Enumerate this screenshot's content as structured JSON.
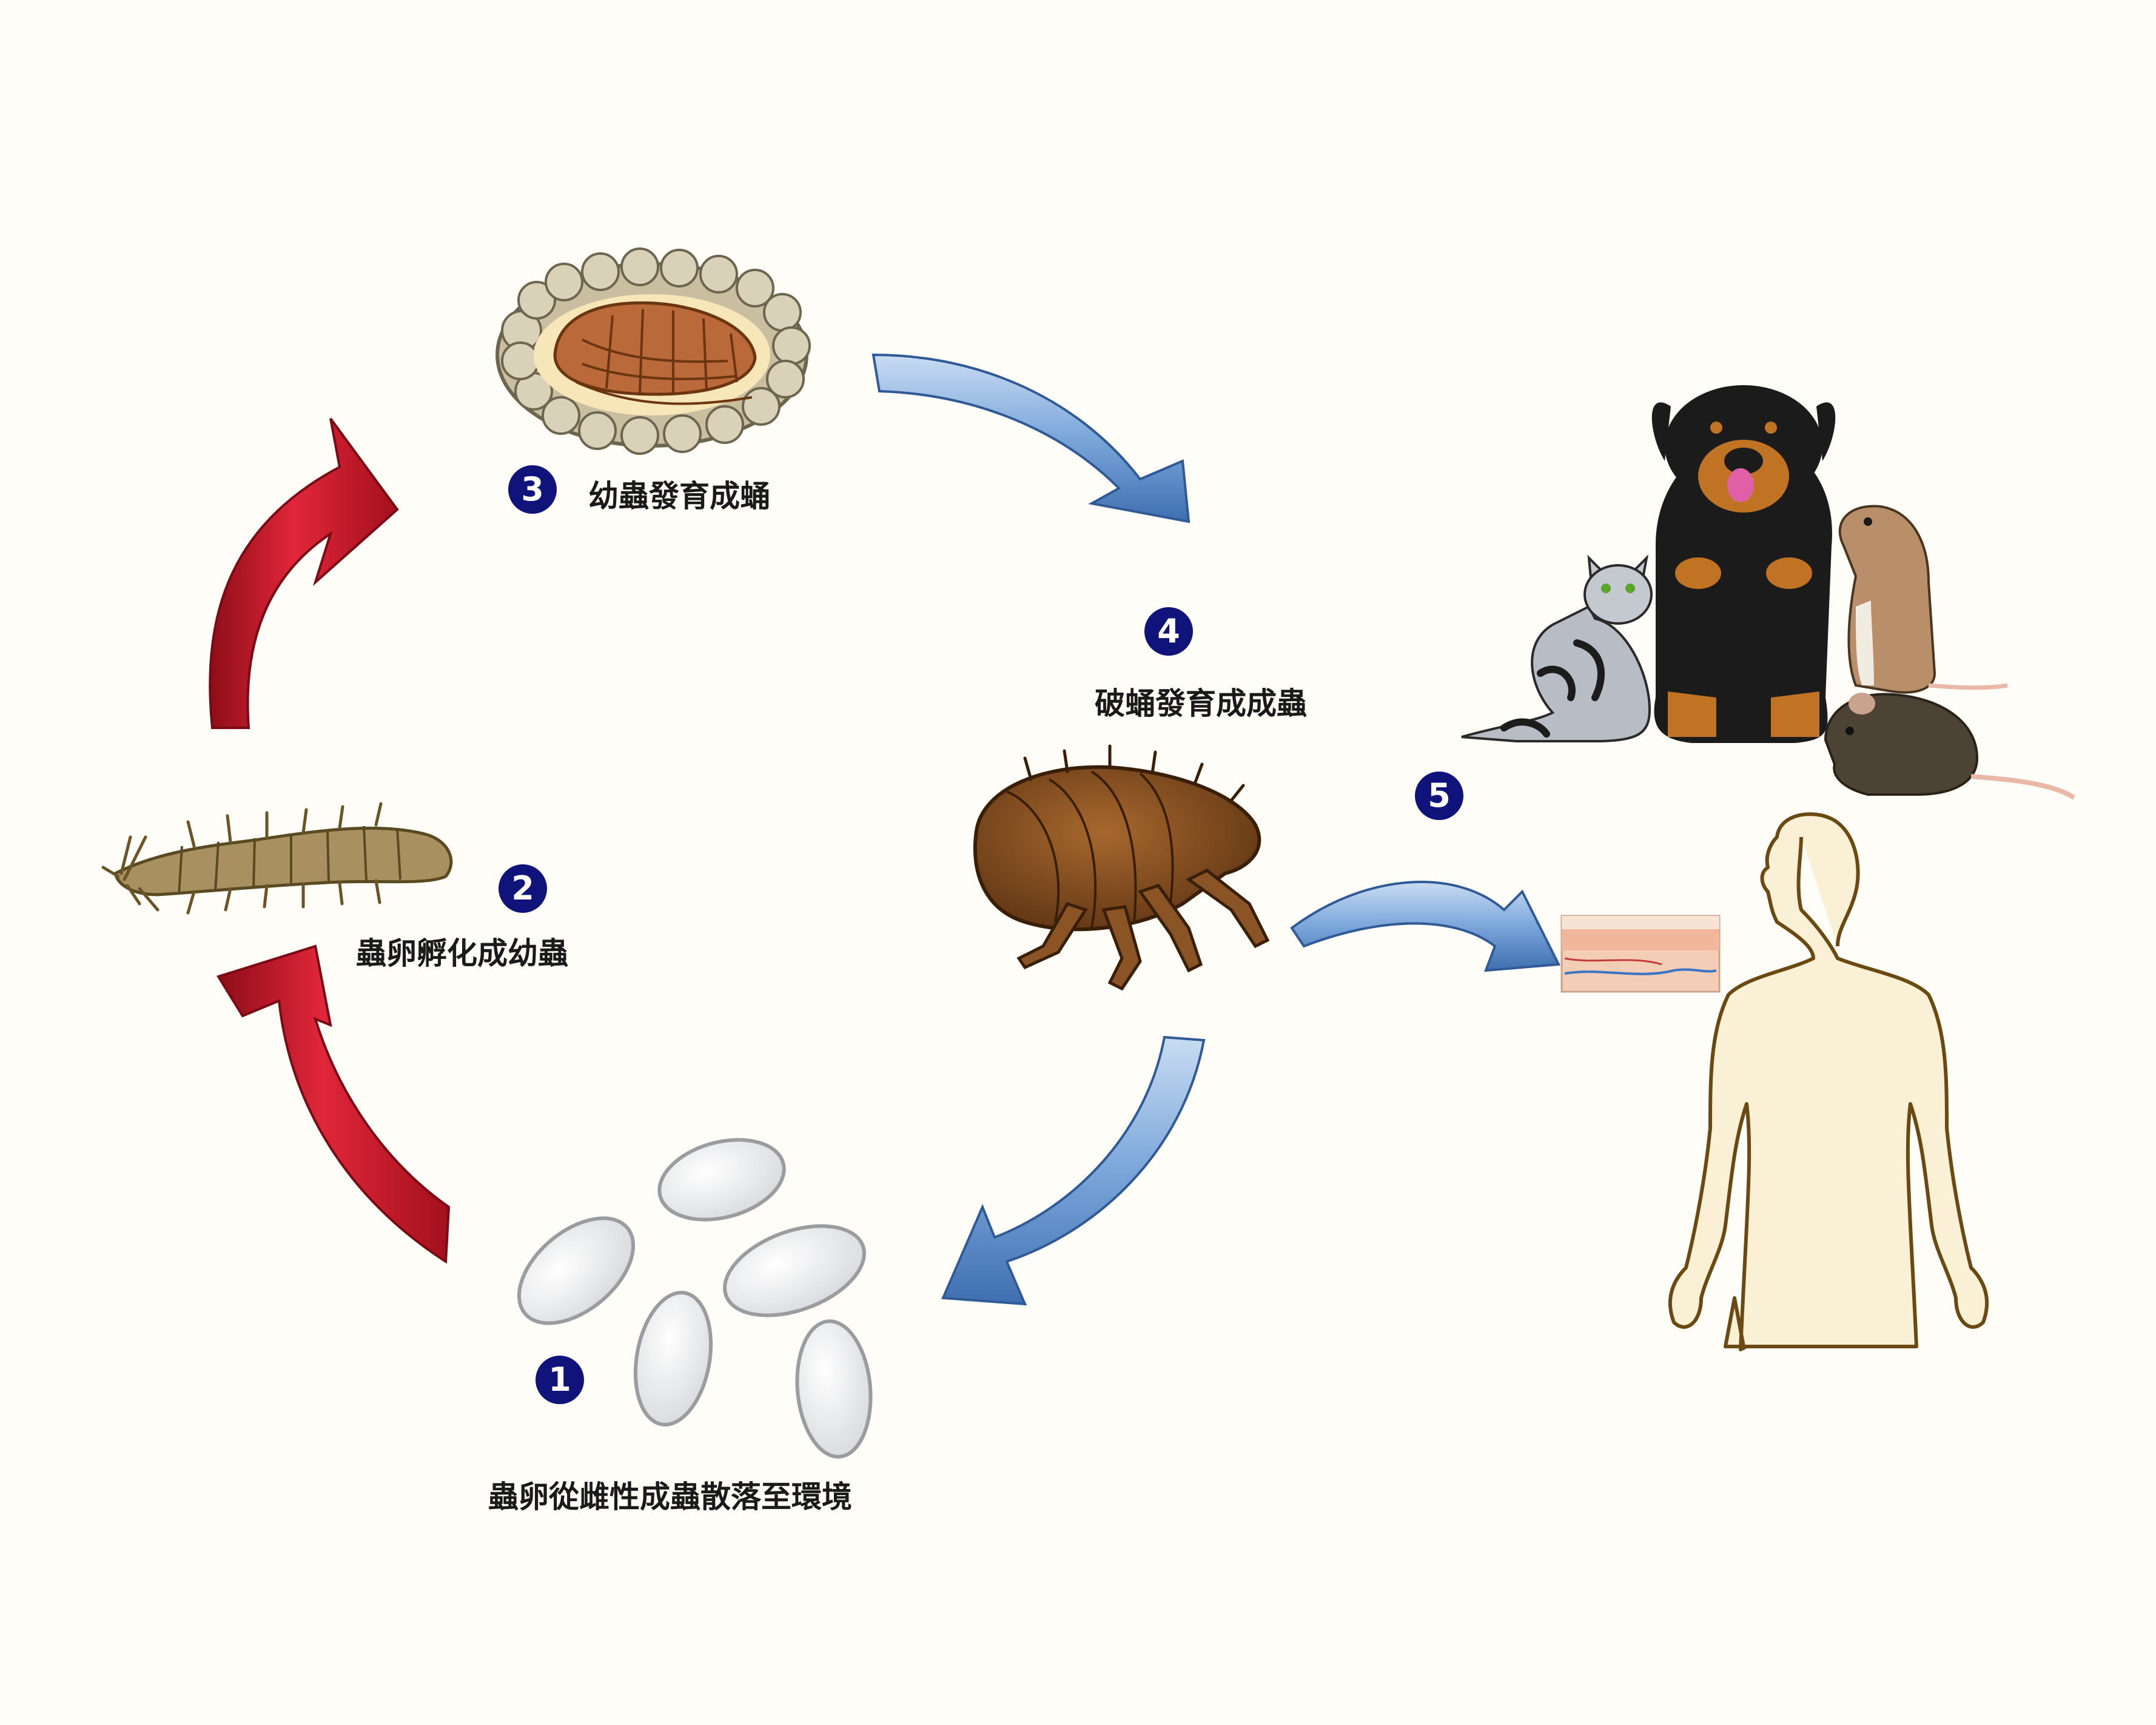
{
  "colors": {
    "background": "#fefdf7",
    "badge": "#10137a",
    "red_arrow": "#c01423",
    "blue_arrow": "#6f9fd6",
    "egg": "#f4f5f6",
    "flea": "#7a4a20",
    "human_skin": "#faf0d5",
    "human_outline": "#6b4a12"
  },
  "stages": [
    {
      "number": "1",
      "label": "蟲卵從雌性成蟲散落至環境",
      "icon": "flea-eggs-icon"
    },
    {
      "number": "2",
      "label": "蟲卵孵化成幼蟲",
      "icon": "flea-larva-icon"
    },
    {
      "number": "3",
      "label": "幼蟲發育成蛹",
      "icon": "flea-pupa-cocoon-icon"
    },
    {
      "number": "4",
      "label": "破蛹發育成成蟲",
      "icon": "adult-flea-icon"
    },
    {
      "number": "5",
      "label": "",
      "icon": "hosts-icon"
    }
  ],
  "hosts": [
    "dog-icon",
    "cat-icon",
    "rat-icon",
    "mouse-icon",
    "human-icon",
    "skin-section-icon"
  ]
}
